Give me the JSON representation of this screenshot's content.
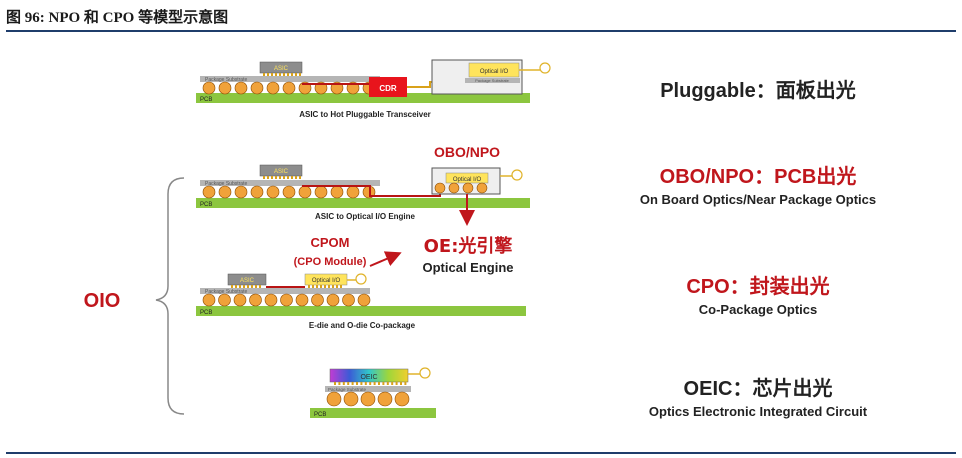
{
  "figure": {
    "title": "图 96: NPO 和 CPO 等模型示意图"
  },
  "group_label": "OIO",
  "diagrams": {
    "pluggable": {
      "asic": "ASIC",
      "substrate": "Package Substrate",
      "pcb": "PCB",
      "cdr": "CDR",
      "optical_io": "Optical I/O",
      "pkg2": "Package Substrate",
      "caption": "ASIC to Hot Pluggable Transceiver"
    },
    "obo": {
      "asic": "ASIC",
      "substrate": "Package Substrate",
      "pcb": "PCB",
      "optical_io": "Optical I/O",
      "caption": "ASIC to Optical I/O Engine",
      "callout": "OBO/NPO"
    },
    "cpo": {
      "asic": "ASIC",
      "substrate": "Package Substrate",
      "pcb": "PCB",
      "optical_io": "Optical I/O",
      "caption": "E-die and O-die Co-package",
      "callout_line1": "CPOM",
      "callout_line2": "(CPO Module)"
    },
    "oeic": {
      "chip": "OEIC",
      "substrate": "Package Substrate",
      "pcb": "PCB"
    },
    "oe": {
      "title": "OE:光引擎",
      "subtitle": "Optical Engine"
    }
  },
  "right_labels": [
    {
      "title": "Pluggable：面板出光",
      "subtitle": ""
    },
    {
      "title": "OBO/NPO：PCB出光",
      "subtitle": "On Board Optics/Near Package Optics"
    },
    {
      "title": "CPO：封装出光",
      "subtitle": "Co-Package Optics"
    },
    {
      "title": "OEIC：芯片出光",
      "subtitle": "Optics Electronic Integrated Circuit"
    }
  ],
  "colors": {
    "pcb": "#8cc63f",
    "substrate": "#b5b5b5",
    "ball": "#f0a23a",
    "ball_stroke": "#8a4a00",
    "optical": "#ffe45c",
    "cdr": "#e8141c",
    "trace": "#b81414",
    "accent_red": "#c0161c",
    "rule": "#1f3d6b"
  }
}
